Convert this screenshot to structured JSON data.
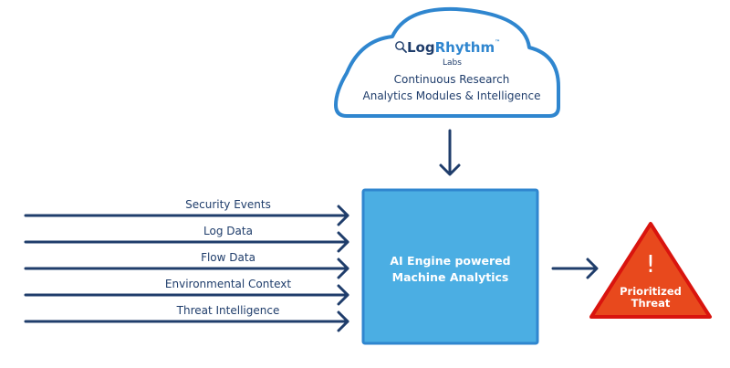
{
  "cloud": {
    "logo_prefix": "Log",
    "logo_suffix": "Rhythm",
    "logo_tm": "™",
    "logo_icon": "magnifier-icon",
    "sub_brand": "Labs",
    "line1": "Continuous Research",
    "line2": "Analytics Modules & Intelligence"
  },
  "inputs": [
    {
      "label": "Security Events"
    },
    {
      "label": "Log Data"
    },
    {
      "label": "Flow Data"
    },
    {
      "label": "Environmental Context"
    },
    {
      "label": "Threat Intelligence"
    }
  ],
  "engine": {
    "line1": "AI Engine powered",
    "line2": "Machine Analytics"
  },
  "output": {
    "symbol": "!",
    "line1": "Prioritized",
    "line2": "Threat"
  },
  "colors": {
    "arrow": "#1f3d6b",
    "cloud_stroke": "#2f86cf",
    "box_fill": "#4baee3",
    "box_stroke": "#2f86cf",
    "triangle_fill": "#e8491d",
    "triangle_stroke": "#d9140e"
  }
}
